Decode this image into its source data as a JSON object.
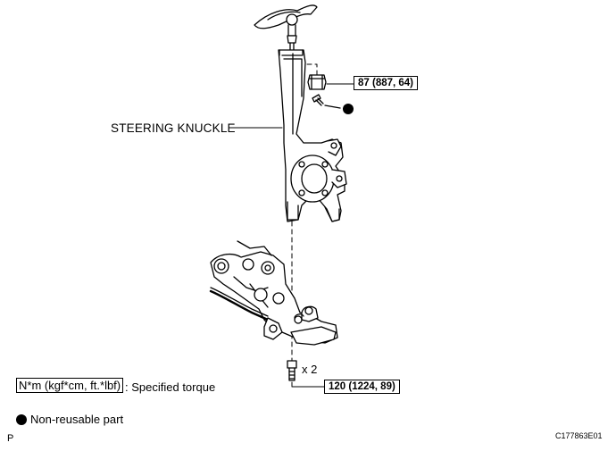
{
  "diagram": {
    "parts": {
      "steering_knuckle": "STEERING KNUCKLE"
    },
    "callouts": {
      "nut_torque": "87 (887, 64)",
      "bolt_torque": "120 (1224, 89)",
      "bolt_quantity": "x 2"
    },
    "legend": {
      "torque_units": "N*m (kgf*cm, ft.*lbf)",
      "torque_desc": ": Specified torque",
      "non_reusable": "Non-reusable part"
    },
    "footer": {
      "page_letter": "P",
      "figure_code": "C177863E01"
    }
  }
}
